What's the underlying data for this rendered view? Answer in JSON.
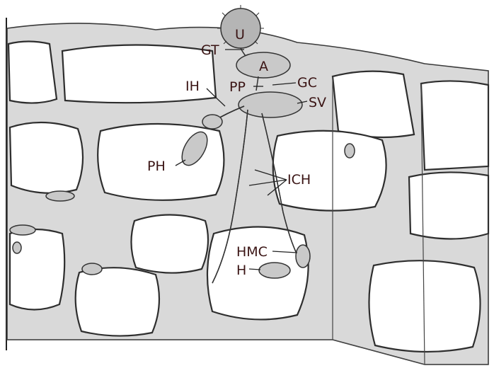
{
  "labels": {
    "U": "U",
    "GT": "GT",
    "A": "A",
    "IH": "IH",
    "PP": "PP",
    "GC": "GC",
    "SV": "SV",
    "PH": "PH",
    "ICH": "ICH",
    "HMC": "HMC",
    "H": "H"
  },
  "colors": {
    "background": "#ffffff",
    "tissue_gray": "#d9d9d9",
    "line": "#333333",
    "label_text": "#3a1414"
  }
}
